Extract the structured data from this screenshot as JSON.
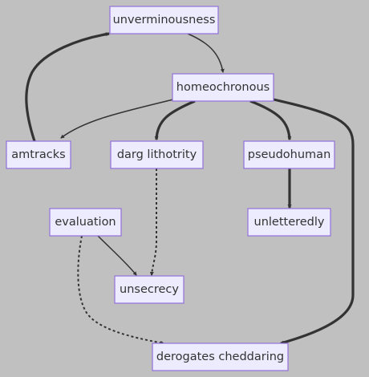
{
  "diagram": {
    "type": "flowchart",
    "background": "#c0c0c0",
    "node_fill": "#ececfe",
    "node_stroke": "#9370db",
    "edge_color": "#333333",
    "nodes": {
      "unverminousness": "unverminousness",
      "homeochronous": "homeochronous",
      "amtracks": "amtracks",
      "darg_lithotrity": "darg lithotrity",
      "pseudohuman": "pseudohuman",
      "evaluation": "evaluation",
      "unletteredly": "unletteredly",
      "unsecrecy": "unsecrecy",
      "derogates_cheddaring": "derogates cheddaring"
    },
    "edges": [
      {
        "from": "unverminousness",
        "to": "homeochronous",
        "style": "normal"
      },
      {
        "from": "homeochronous",
        "to": "amtracks",
        "style": "normal"
      },
      {
        "from": "homeochronous",
        "to": "darg lithotrity",
        "style": "thick"
      },
      {
        "from": "homeochronous",
        "to": "pseudohuman",
        "style": "thick"
      },
      {
        "from": "homeochronous",
        "to": "derogates cheddaring",
        "style": "thick"
      },
      {
        "from": "amtracks",
        "to": "unverminousness",
        "style": "thick"
      },
      {
        "from": "pseudohuman",
        "to": "unletteredly",
        "style": "thick"
      },
      {
        "from": "darg lithotrity",
        "to": "unsecrecy",
        "style": "dotted"
      },
      {
        "from": "evaluation",
        "to": "unsecrecy",
        "style": "normal"
      },
      {
        "from": "evaluation",
        "to": "derogates cheddaring",
        "style": "dotted"
      }
    ]
  }
}
